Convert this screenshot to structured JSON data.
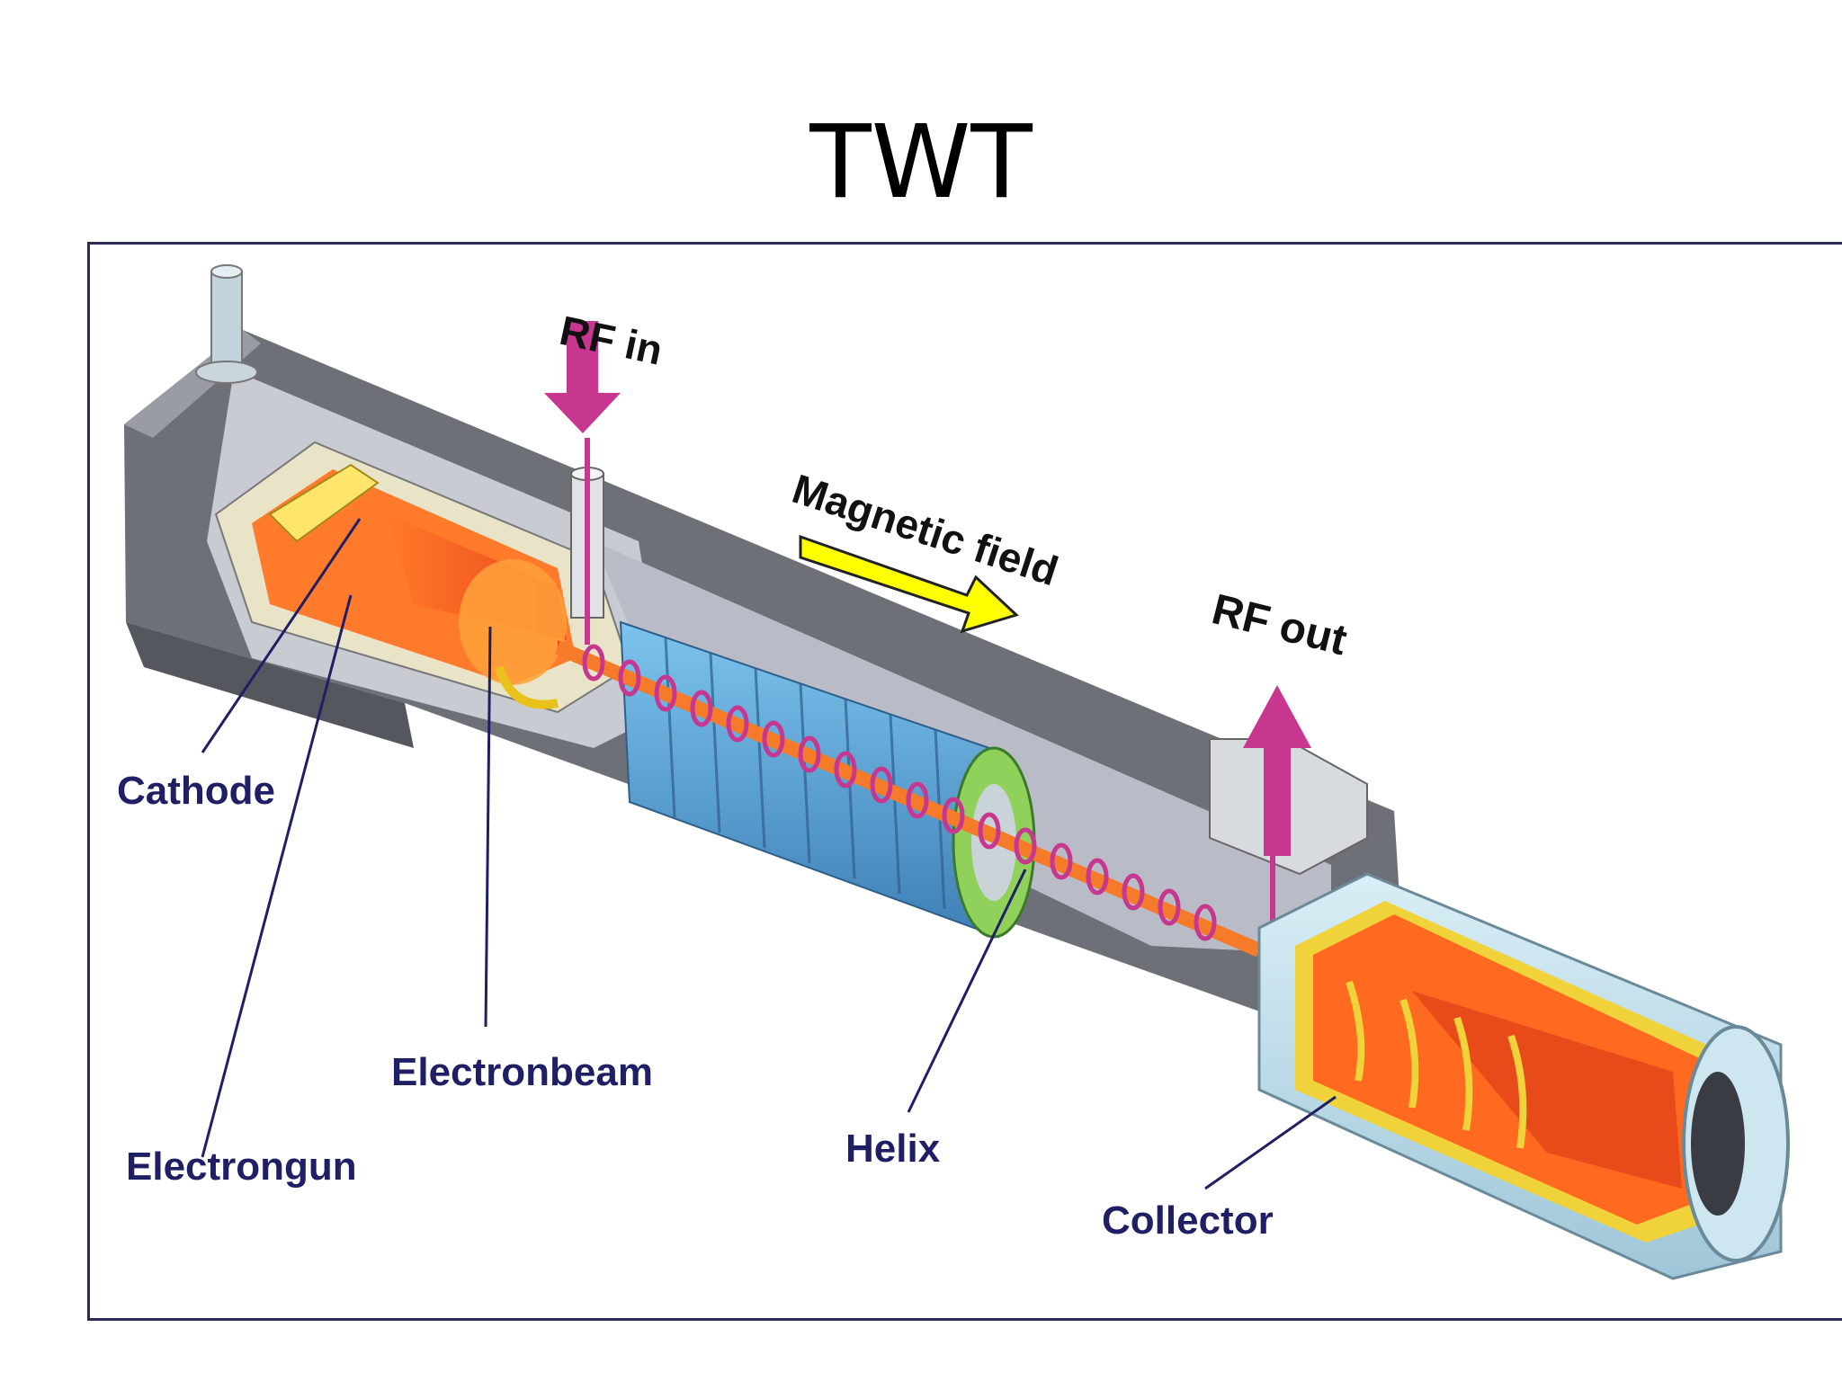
{
  "title": "TWT",
  "labels": {
    "rf_in": "RF in",
    "rf_out": "RF out",
    "magnetic_field": "Magnetic field",
    "cathode": "Cathode",
    "electron_gun": "Electrongun",
    "electron_beam": "Electronbeam",
    "helix": "Helix",
    "collector": "Collector"
  },
  "colors": {
    "label_text": "#1f1f66",
    "rf_arrow": "#c7378f",
    "field_arrow": "#ffff00",
    "beam": "#f04a1c",
    "helix": "#c7378f",
    "magnet": "#5aa6d6",
    "housing": "#9c9ea8"
  }
}
